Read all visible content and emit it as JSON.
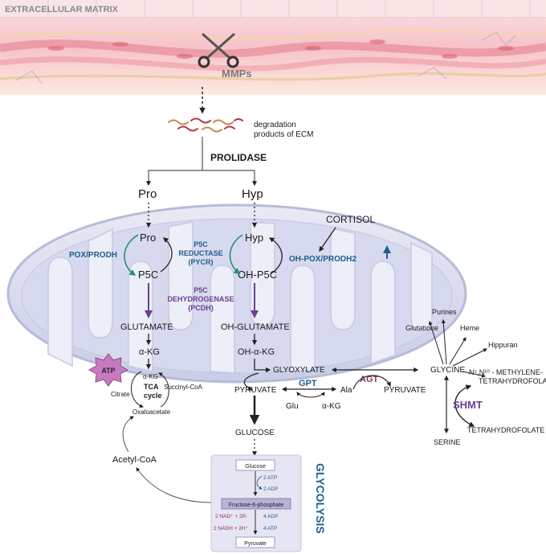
{
  "header": {
    "ecm_label": "EXTRACELLULAR MATRIX"
  },
  "top": {
    "mmps": "MMPs",
    "degradation_line1": "degradation",
    "degradation_line2": "products of ECM",
    "prolidase": "PROLIDASE",
    "pro": "Pro",
    "hyp": "Hyp"
  },
  "mito": {
    "pro": "Pro",
    "hyp": "Hyp",
    "p5c": "P5C",
    "oh_p5c": "OH-P5C",
    "cortisol": "CORTISOL",
    "pox_prodh": "POX/PRODH",
    "p5c_reductase_1": "P5C",
    "p5c_reductase_2": "REDUCTASE",
    "p5c_reductase_3": "(PYCR)",
    "oh_pox_prodh2": "OH-POX/PRODH2",
    "p5c_dh_1": "P5C",
    "p5c_dh_2": "DEHYDROGENASE",
    "p5c_dh_3": "(PCDH)",
    "glutamate": "GLUTAMATE",
    "oh_glutamate": "OH-GLUTAMATE",
    "a_kg": "α-KG",
    "oh_a_kg": "OH-α-KG",
    "atp": "ATP",
    "tca_akg": "α-KG",
    "tca_1": "TCA",
    "tca_2": "cycle",
    "citrate": "Citrate",
    "succinyl": "Succinyl-CoA",
    "oxaloacetate": "Oxaloacetate"
  },
  "pathway": {
    "glyoxylate": "GLYOXYLATE",
    "pyruvate": "PYRUVATE",
    "gpt": "GPT",
    "ala": "Ala",
    "glu": "Glu",
    "akg": "α-KG",
    "agt": "AGT",
    "pyruvate2": "PYRUVATE",
    "glucose": "GLUCOSE",
    "acetyl_coa": "Acetyl-CoA"
  },
  "glycine_panel": {
    "glycine": "GLYCINE",
    "purines": "Purines",
    "glutatione": "Glutatione",
    "heme": "Heme",
    "hippuran": "Hippuran",
    "methylene_1": "N⁵,N¹⁰ - METHYLENE-",
    "methylene_2": "TETRAHYDROFOLATE",
    "shmt": "SHMT",
    "thf": "TETRAHYDROFOLATE",
    "serine": "SERINE"
  },
  "glycolysis": {
    "title": "GLYCOLYSIS",
    "glucose": "Glucose",
    "atp2": "2 ATP",
    "adp2": "2 ADP",
    "f6p": "Fructose-6-phosphate",
    "nad": "2 NAD⁺ + 2Pᵢ",
    "nadh": "2 NADH + 2H⁺",
    "adp4": "4 ADP",
    "atp4": "4 ATP",
    "pyruvate": "Pyruvate"
  },
  "colors": {
    "blue_label": "#1f5d8f",
    "purple_label": "#6a3f8c",
    "agt": "#8b2e5a",
    "teal_arrow": "#2a8a86",
    "purple_arrow": "#6a3f8c",
    "mito_fill": "#dcdff0",
    "atp_fill": "#c77bbf",
    "glycolysis_panel": "#e6e5f3",
    "ecm_pink": "#f7c9cf"
  }
}
